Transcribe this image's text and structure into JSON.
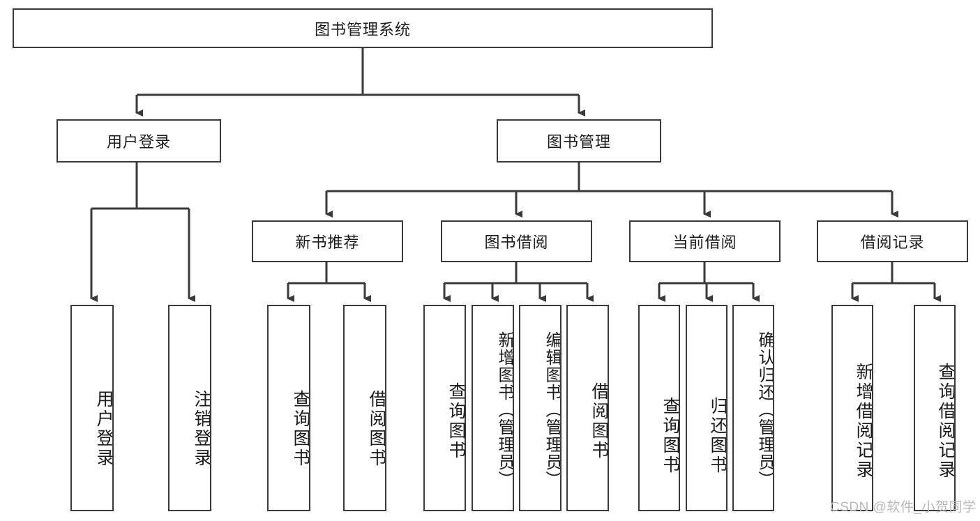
{
  "diagram": {
    "type": "tree",
    "title": "图书管理系统",
    "orientation": "top-down",
    "theme": {
      "box_border": "#3a3a3a",
      "box_fill": "#ffffff",
      "line": "#3a3a3a",
      "text": "#1b1b1b",
      "background": "#ffffff",
      "watermark": "#b9b9b9"
    },
    "root": {
      "label": "图书管理系统",
      "level": 0
    },
    "level1": [
      {
        "label": "用户登录",
        "level": 1
      },
      {
        "label": "图书管理",
        "level": 1
      }
    ],
    "level2": [
      {
        "label": "新书推荐",
        "level": 2,
        "parent": "图书管理"
      },
      {
        "label": "图书借阅",
        "level": 2,
        "parent": "图书管理"
      },
      {
        "label": "当前借阅",
        "level": 2,
        "parent": "图书管理"
      },
      {
        "label": "借阅记录",
        "level": 2,
        "parent": "图书管理"
      }
    ],
    "leaves": {
      "user_login": [
        {
          "label": "用户登录"
        },
        {
          "label": "注销登录"
        }
      ],
      "new_book_recommend": [
        {
          "label": "查询图书"
        },
        {
          "label": "借阅图书"
        }
      ],
      "book_borrow": [
        {
          "label": "查询图书"
        },
        {
          "label": "新增图书（管理员）"
        },
        {
          "label": "编辑图书（管理员）"
        },
        {
          "label": "借阅图书"
        }
      ],
      "current_borrow": [
        {
          "label": "查询图书"
        },
        {
          "label": "归还图书"
        },
        {
          "label": "确认归还（管理员）"
        }
      ],
      "borrow_record": [
        {
          "label": "新增借阅记录"
        },
        {
          "label": "查询借阅记录"
        }
      ]
    }
  },
  "watermark": {
    "text": "CSDN @软件_小贺同学"
  }
}
